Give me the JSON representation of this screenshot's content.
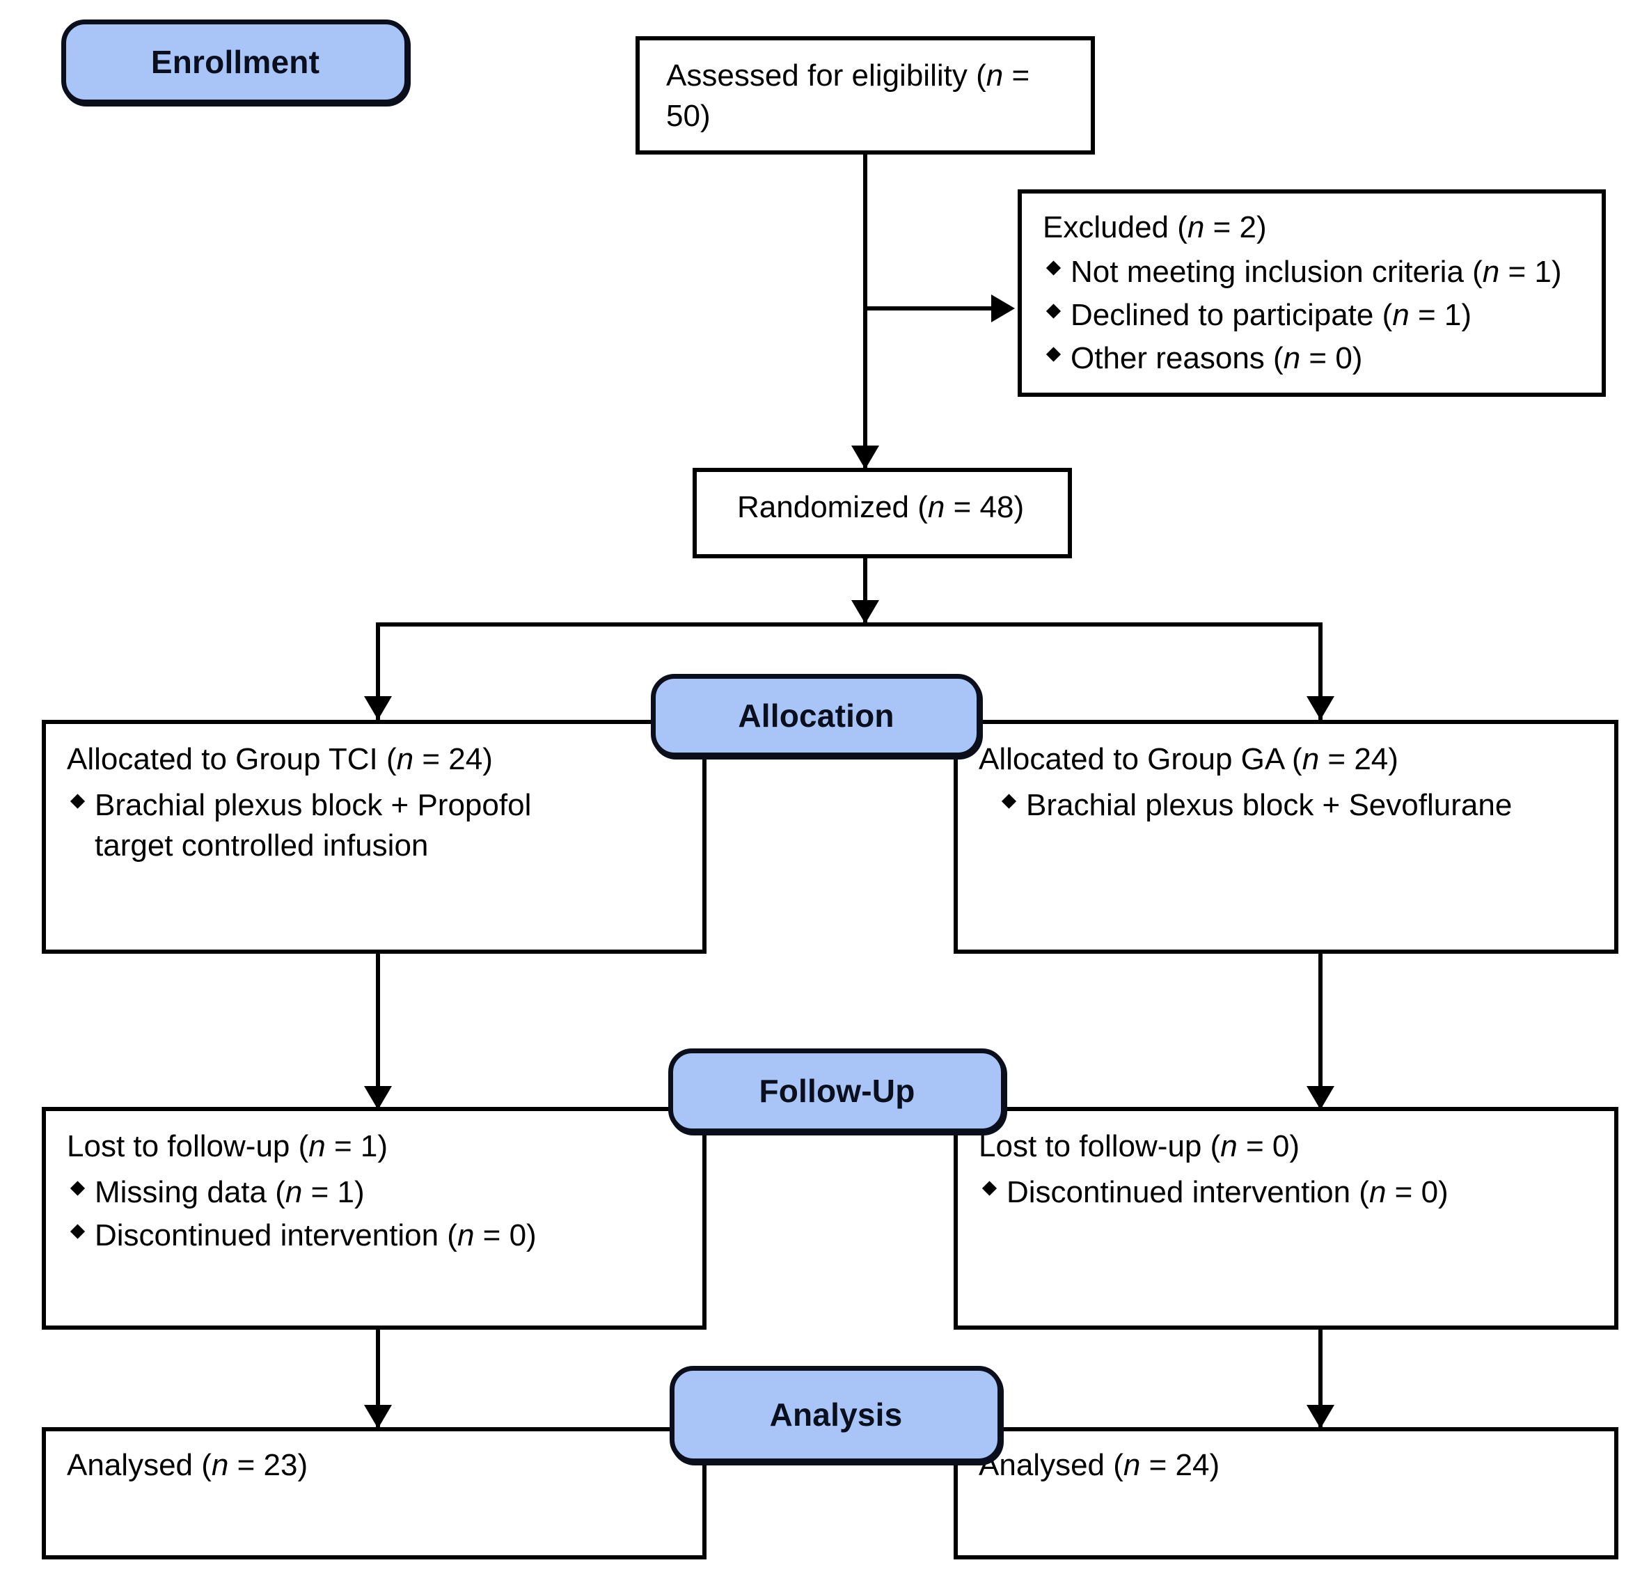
{
  "diagram": {
    "title": "CONSORT participant flow diagram",
    "accent_color": "#a9c5f7",
    "line_color": "#000000"
  },
  "stages": [
    {
      "id": "enrollment",
      "label": "Enrollment"
    },
    {
      "id": "allocation",
      "label": "Allocation"
    },
    {
      "id": "followup",
      "label": "Follow-Up"
    },
    {
      "id": "analysis",
      "label": "Analysis"
    }
  ],
  "nodes": {
    "assessed": {
      "line1_pre": "Assessed for eligibility (",
      "n_italic": "n",
      "line1_post": " = 50)"
    },
    "excluded": {
      "heading_pre": "Excluded (",
      "n_italic": "n",
      "heading_post": " = 2)",
      "items": [
        {
          "text_pre": "Not meeting inclusion criteria (",
          "n_italic": "n",
          "text_post": " = 1)"
        },
        {
          "text_pre": "Declined to participate (",
          "n_italic": "n",
          "text_post": " = 1)"
        },
        {
          "text_pre": "Other reasons (",
          "n_italic": "n",
          "text_post": " = 0)"
        }
      ]
    },
    "randomized": {
      "line1_pre": "Randomized (",
      "n_italic": "n",
      "line1_post": " = 48)"
    },
    "alloc_left": {
      "heading_pre": "Allocated to Group TCI (",
      "n_italic": "n",
      "heading_post": " = 24)",
      "items": [
        {
          "text_pre": "Brachial plexus block + Propofol target controlled infusion",
          "n_italic": "",
          "text_post": ""
        }
      ]
    },
    "alloc_right": {
      "heading_pre": "Allocated to Group GA (",
      "n_italic": "n",
      "heading_post": " = 24)",
      "items": [
        {
          "text_pre": "Brachial plexus block + Sevoflurane",
          "n_italic": "",
          "text_post": ""
        }
      ]
    },
    "follow_left": {
      "heading_pre": "Lost to follow-up (",
      "n_italic": "n",
      "heading_post": " = 1)",
      "items": [
        {
          "text_pre": "Missing data (",
          "n_italic": "n",
          "text_post": " = 1)"
        },
        {
          "text_pre": "Discontinued intervention (",
          "n_italic": "n",
          "text_post": " = 0)"
        }
      ]
    },
    "follow_right": {
      "heading_pre": "Lost to follow-up (",
      "n_italic": "n",
      "heading_post": " = 0)",
      "items": [
        {
          "text_pre": "Discontinued intervention (",
          "n_italic": "n",
          "text_post": " = 0)"
        }
      ]
    },
    "analysed_left": {
      "line1_pre": "Analysed (",
      "n_italic": "n",
      "line1_post": " = 23)"
    },
    "analysed_right": {
      "line1_pre": "Analysed (",
      "n_italic": "n",
      "line1_post": " = 24)"
    }
  },
  "chart_data": {
    "type": "flow",
    "title": "CONSORT flow diagram",
    "counts": {
      "assessed_for_eligibility": 50,
      "excluded_total": 2,
      "excluded_not_meeting_inclusion_criteria": 1,
      "excluded_declined_to_participate": 1,
      "excluded_other_reasons": 0,
      "randomized": 48,
      "allocated_group_tci": 24,
      "allocated_group_ga": 24,
      "lost_to_followup_tci": 1,
      "missing_data_tci": 1,
      "discontinued_intervention_tci": 0,
      "lost_to_followup_ga": 0,
      "discontinued_intervention_ga": 0,
      "analysed_tci": 23,
      "analysed_ga": 24
    }
  }
}
